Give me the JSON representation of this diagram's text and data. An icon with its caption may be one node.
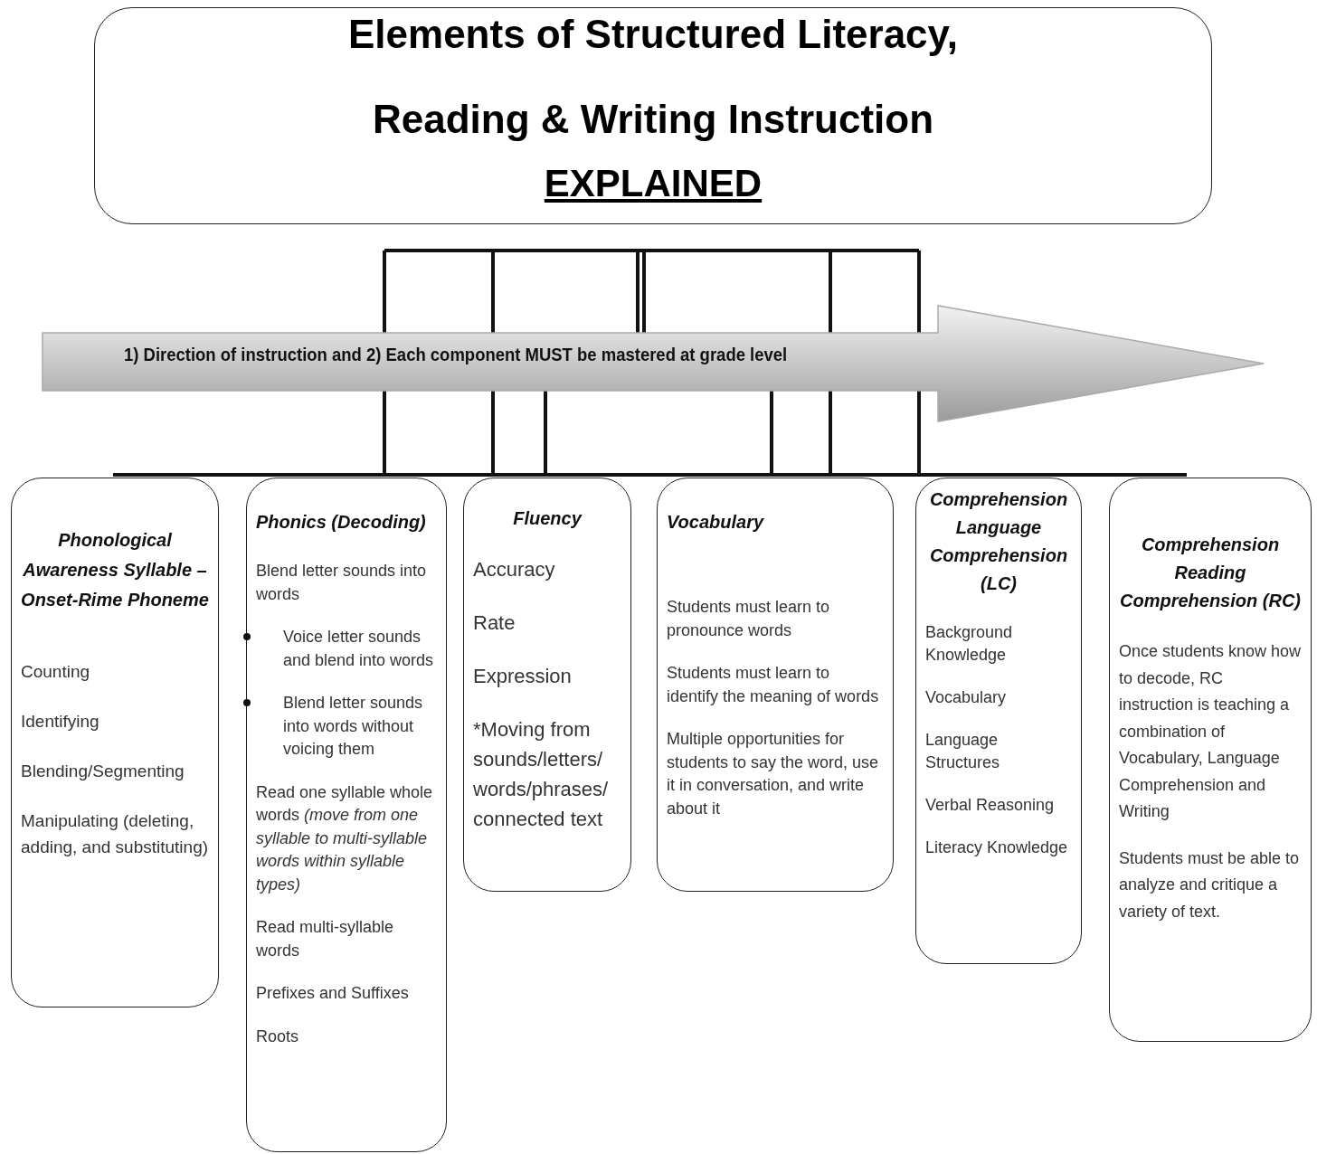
{
  "diagram": {
    "nodes": [
      {
        "text": [
          "Elements of Structured Literacy, Reading & Writing Instruction",
          "EXPLAINED"
        ]
      },
      {
        "text": [
          "1) Direction of instruction and 2) Each component MUST be mastered at grade level"
        ]
      },
      {
        "text": [
          "Phonological Awareness Syllable – Onset-Rime Phoneme",
          "Counting",
          "Identifying",
          "Blending/Segmenting",
          "Manipulating (deleting, adding, and substituting)"
        ]
      },
      {
        "text": [
          "Phonics (Decoding)",
          "Blend letter sounds into words",
          "Voice letter sounds and blend into words",
          "Blend letter sounds into words without voicing them",
          "Read one syllable whole words *(move from one syllable to multi-syllable words within syllable types)*",
          "Read multi-syllable words",
          "Prefixes and Suffixes",
          "Roots"
        ]
      },
      {
        "text": [
          "Fluency",
          "Accuracy",
          "Rate",
          "Expression",
          "*Moving from sounds/letters/ words/phrases/ connected text"
        ]
      },
      {
        "text": [
          "Vocabulary",
          "Students must learn to pronounce words",
          "Students must learn to identify the meaning of words",
          "Multiple opportunities for students to say the word, use it in conversation, and write about it"
        ]
      },
      {
        "text": [
          "Comprehension Language Comprehension (LC)",
          "Background Knowledge",
          "Vocabulary",
          "Language Structures",
          "Verbal Reasoning",
          "Literacy Knowledge"
        ]
      },
      {
        "text": [
          "Comprehension Reading Comprehension (RC)",
          "Once students know how to decode, RC instruction is teaching a combination of Vocabulary, Language Comprehension and Writing",
          "Students must be able to analyze and critique a variety of text."
        ]
      }
    ]
  }
}
